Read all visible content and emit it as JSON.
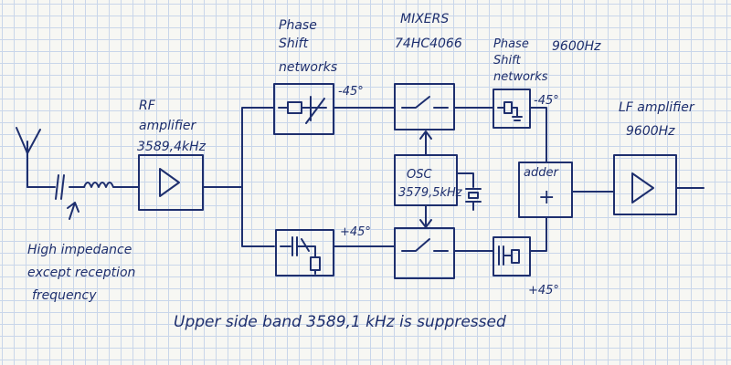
{
  "labels": {
    "phase_networks_top": [
      "Phase",
      "Shift",
      "networks"
    ],
    "mixers": [
      "MIXERS",
      "74HC4066"
    ],
    "phase_networks_right": [
      "Phase",
      "Shift",
      "networks"
    ],
    "freq_9600_top": "9600Hz",
    "rf_amp": [
      "RF",
      "amplifier",
      "3589,4kHz"
    ],
    "lf_amp": [
      "LF amplifier",
      "9600Hz"
    ],
    "minus45_top": "-45°",
    "minus45_right": "-45°",
    "plus45_left": "+45°",
    "plus45_right": "+45°",
    "osc": [
      "OSC",
      "3579,5kHz"
    ],
    "adder": "adder",
    "adder_sign": "+",
    "high_impedance": [
      "High impedance",
      "except reception",
      "frequency"
    ],
    "bottom_note": "Upper side band 3589,1 kHz is suppressed"
  },
  "icons": [
    "antenna-icon",
    "capacitor-icon",
    "inductor-icon",
    "amplifier-triangle-icon",
    "switch-icon",
    "crystal-icon",
    "rc-network-icon",
    "arrow-up-icon"
  ],
  "colors": {
    "ink": "#1e2f6e",
    "grid": "#c9d6ea",
    "paper": "#f7f7f3"
  }
}
